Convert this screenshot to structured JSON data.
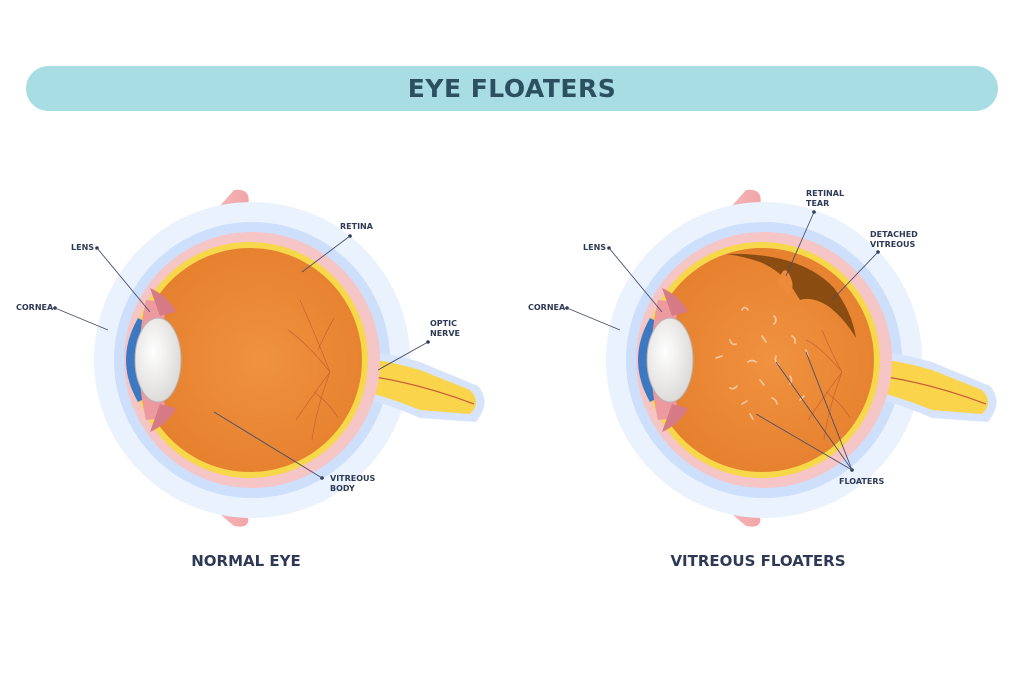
{
  "title": "EYE FLOATERS",
  "normal_eye": {
    "caption": "NORMAL EYE",
    "labels": {
      "lens": "LENS",
      "cornea": "CORNEA",
      "retina": "RETINA",
      "optic_1": "OPTIC",
      "optic_2": "NERVE",
      "vitreous_1": "VITREOUS",
      "vitreous_2": "BODY"
    }
  },
  "floaters_eye": {
    "caption": "VITREOUS FLOATERS",
    "labels": {
      "lens": "LENS",
      "cornea": "CORNEA",
      "tear_1": "RETINAL",
      "tear_2": "TEAR",
      "detached_1": "DETACHED",
      "detached_2": "VITREOUS",
      "floaters": "FLOATERS"
    }
  },
  "colors": {
    "title_bar": "#a8dde4",
    "vitreous": "#ee8b3a",
    "retina_layer": "#f7d84a",
    "sclera": "#f6c5c6",
    "outer_glow": "#dbe8fb",
    "optic_nerve": "#fad44a",
    "cornea_blue": "#3d78c2",
    "detached_region": "#8a4c10"
  }
}
